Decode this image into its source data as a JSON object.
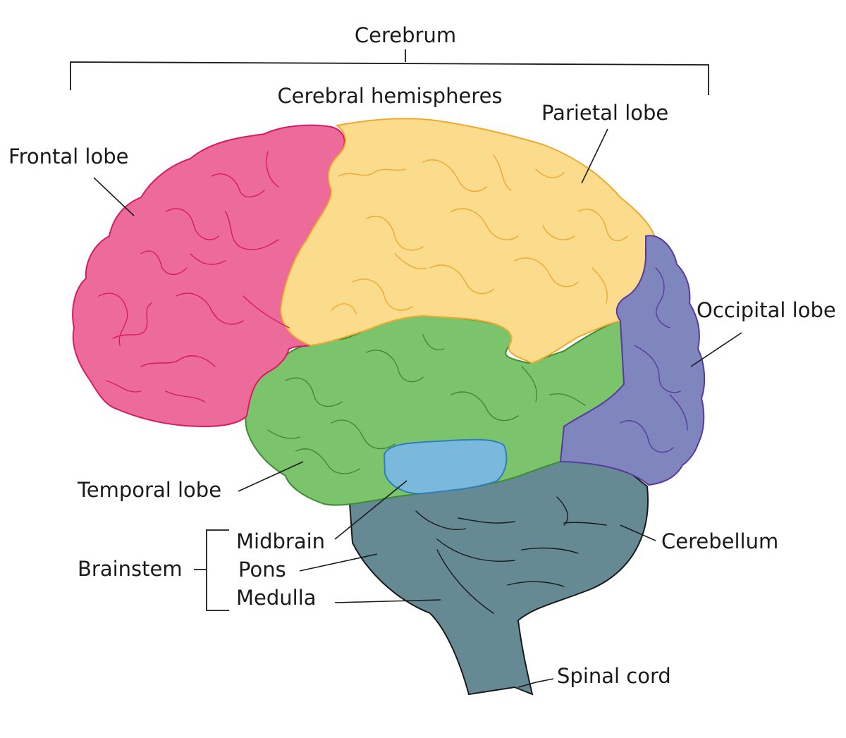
{
  "labels": {
    "cerebrum": "Cerebrum",
    "hemispheres": "Cerebral hemispheres",
    "frontal": "Frontal lobe",
    "parietal": "Parietal lobe",
    "occipital": "Occipital lobe",
    "temporal": "Temporal lobe",
    "cerebellum": "Cerebellum",
    "brainstem": "Brainstem",
    "midbrain": "Midbrain",
    "pons": "Pons",
    "medulla": "Medulla",
    "spinal_cord": "Spinal cord"
  },
  "colors": {
    "frontal": "#ec6b9b",
    "frontal_line": "#d81b60",
    "parietal": "#fbdc8c",
    "parietal_line": "#f0a830",
    "occipital": "#7f86bd",
    "occipital_line": "#5a3aa0",
    "temporal": "#7cc46c",
    "temporal_line": "#3e8a36",
    "midbrain": "#7ab8dc",
    "midbrain_line": "#2f7fc0",
    "stem": "#668a94",
    "stem_line": "#1a1a1a"
  }
}
